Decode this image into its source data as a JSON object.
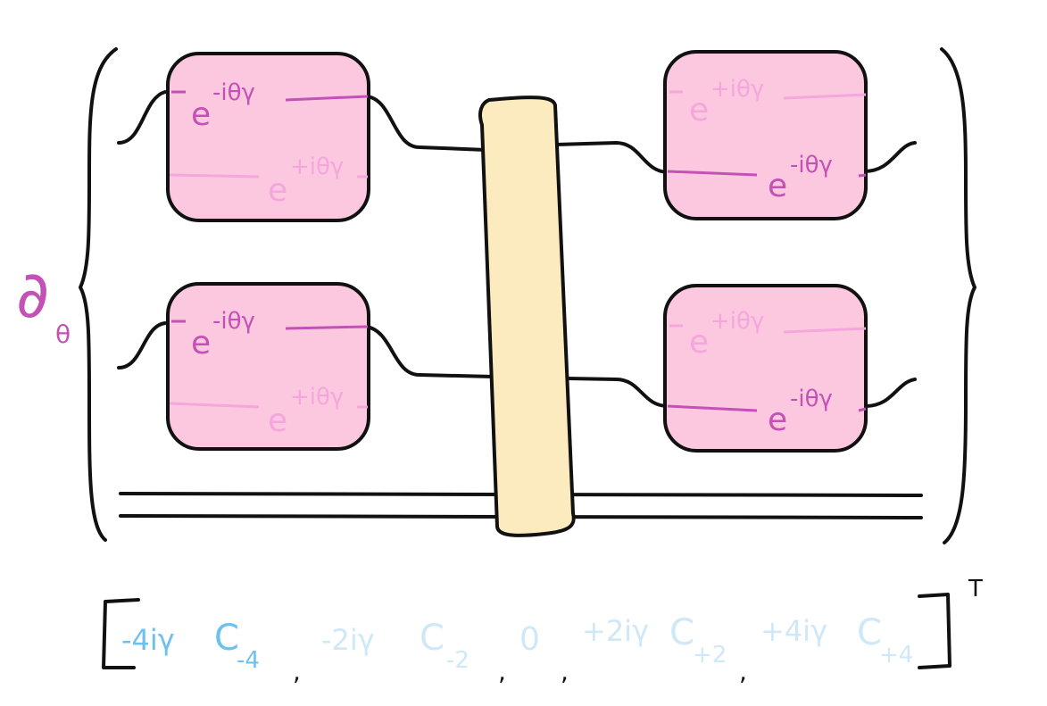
{
  "colors": {
    "box_fill": "#fbc8e0",
    "bar_fill": "#fdebc0",
    "ink": "#111111",
    "magenta_dark": "#c451b5",
    "magenta_light": "#f5a6dc",
    "blue_dark": "#6cc1ee",
    "blue_light": "#cfe8f8"
  },
  "operator": {
    "symbol": "∂",
    "sub": "θ"
  },
  "blocks": [
    {
      "top": {
        "base": "e",
        "exp": "-iθγ",
        "strong": true
      },
      "bottom": {
        "base": "e",
        "exp": "+iθγ",
        "strong": false
      }
    },
    {
      "top": {
        "base": "e",
        "exp": "+iθγ",
        "strong": false
      },
      "bottom": {
        "base": "e",
        "exp": "-iθγ",
        "strong": true
      }
    },
    {
      "top": {
        "base": "e",
        "exp": "-iθγ",
        "strong": true
      },
      "bottom": {
        "base": "e",
        "exp": "+iθγ",
        "strong": false
      }
    },
    {
      "top": {
        "base": "e",
        "exp": "+iθγ",
        "strong": false
      },
      "bottom": {
        "base": "e",
        "exp": "-iθγ",
        "strong": true
      }
    }
  ],
  "vector": {
    "transpose": "T",
    "entries": [
      {
        "coef": "-4iγ",
        "sym": "C",
        "sub": "-4",
        "strong": true
      },
      {
        "coef": "-2iγ",
        "sym": "C",
        "sub": "-2",
        "strong": false
      },
      {
        "coef": "0",
        "sym": "",
        "sub": "",
        "strong": false
      },
      {
        "coef": "+2iγ",
        "sym": "C",
        "sub": "+2",
        "strong": false
      },
      {
        "coef": "+4iγ",
        "sym": "C",
        "sub": "+4",
        "strong": false
      }
    ]
  }
}
